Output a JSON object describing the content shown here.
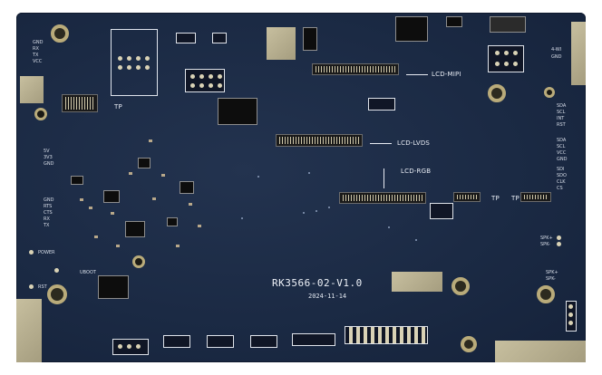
{
  "board": {
    "model": "RK3566-02-V1.0",
    "date": "2024-11-14",
    "colors": {
      "pcb": "#1b2a44",
      "silkscreen": "#e8ecf4",
      "gold": "#c7bf9f"
    }
  },
  "labels": {
    "lcd_mipi": "LCD-MIPI",
    "lcd_lvds": "LCD-LVDS",
    "lcd_rgb": "LCD-RGB",
    "tp_left": "TP",
    "tp_mid": "TP",
    "tp_right": "TP",
    "power": "POWER",
    "reset": "RST",
    "uboot": "UBOOT"
  },
  "silk": {
    "left_top": [
      "GND",
      "RX",
      "TX",
      "VCC"
    ],
    "left_mid": [
      "5V",
      "3V3",
      "GND"
    ],
    "left_low": [
      "GND",
      "RTS",
      "CTS",
      "RX",
      "TX"
    ],
    "right_top": [
      "4-WI",
      "GND"
    ],
    "right_mid": [
      "SDA",
      "SCL",
      "INT",
      "RST"
    ],
    "right_col": [
      "SDA",
      "SCL",
      "VCC",
      "GND",
      "SDI",
      "SDO",
      "CLK",
      "CS"
    ],
    "right_spk": [
      "SPK+",
      "SPK-"
    ],
    "right_spk2": [
      "SPK+",
      "SPK-"
    ]
  },
  "icons": [
    "mount-hole-icon",
    "fpc-connector-icon",
    "pin-header-icon",
    "arrow-left-icon",
    "arrow-down-icon"
  ]
}
